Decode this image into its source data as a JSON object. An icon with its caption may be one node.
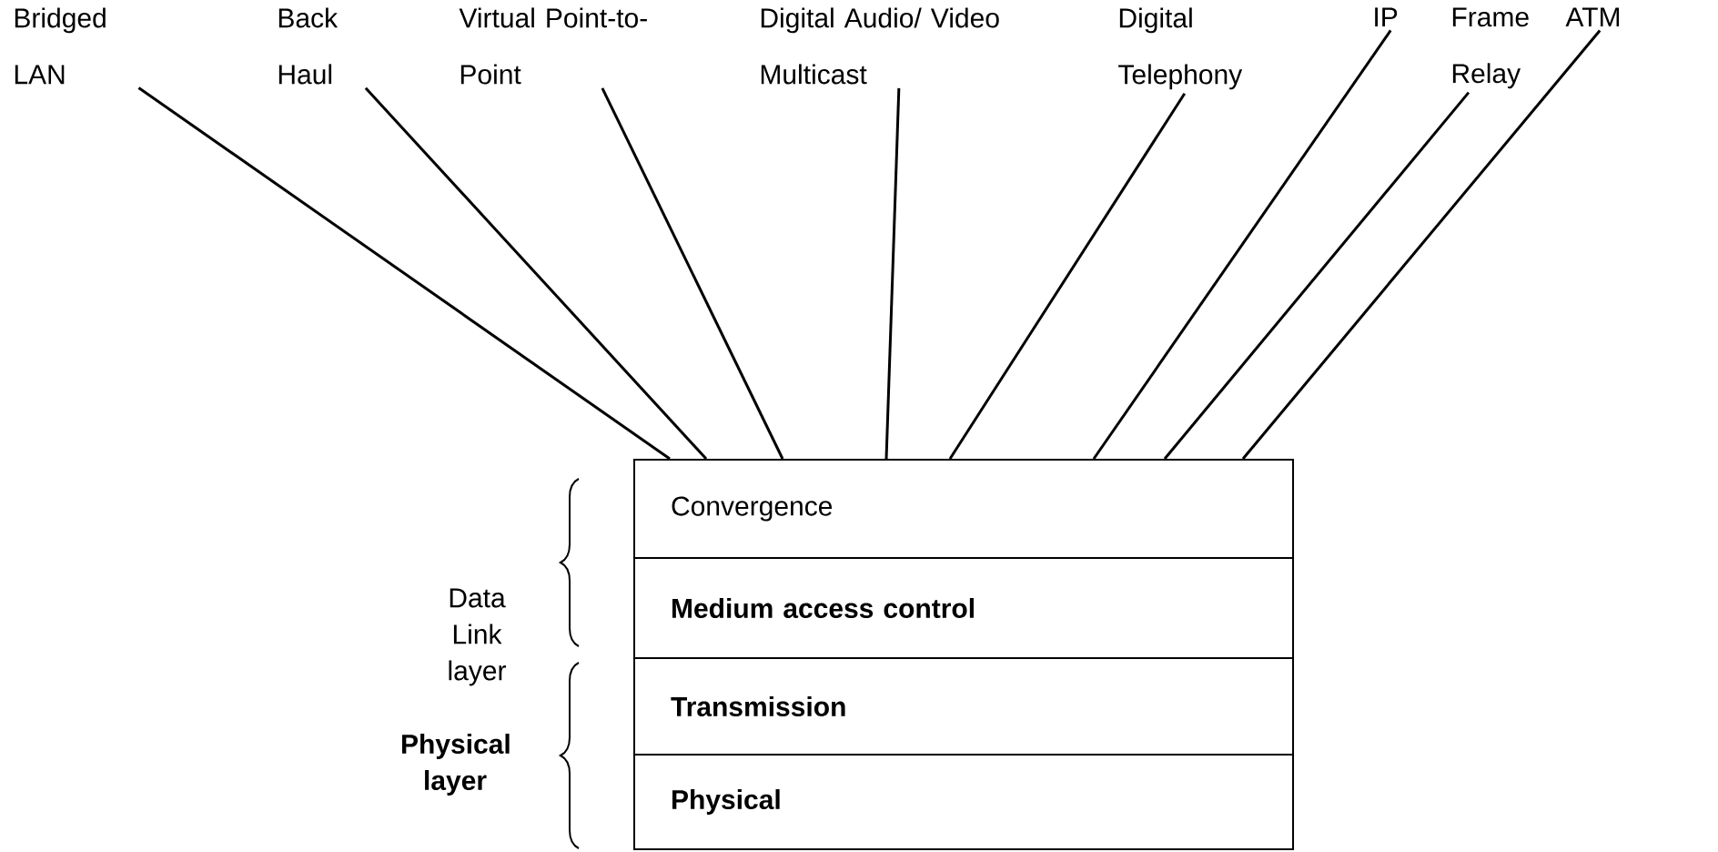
{
  "diagram": {
    "nodes": [
      {
        "text": [
          "Bridged LAN"
        ]
      },
      {
        "text": [
          "Back Haul"
        ]
      },
      {
        "text": [
          "Virtual Point-to-Point"
        ]
      },
      {
        "text": [
          "Digital Audio/ Video Multicast"
        ]
      },
      {
        "text": [
          "Digital Telephony"
        ]
      },
      {
        "text": [
          "IP"
        ]
      },
      {
        "text": [
          "Frame Relay"
        ]
      },
      {
        "text": [
          "ATM"
        ]
      },
      {
        "text": [
          "Convergence"
        ]
      },
      {
        "text": [
          "Medium access control"
        ]
      },
      {
        "text": [
          "Transmission"
        ]
      },
      {
        "text": [
          "Physical"
        ]
      }
    ],
    "edges": [
      {
        "from": 0,
        "to": 8,
        "arrow": "none"
      },
      {
        "from": 1,
        "to": 8,
        "arrow": "none"
      },
      {
        "from": 2,
        "to": 8,
        "arrow": "none"
      },
      {
        "from": 3,
        "to": 8,
        "arrow": "none"
      },
      {
        "from": 4,
        "to": 8,
        "arrow": "none"
      },
      {
        "from": 5,
        "to": 8,
        "arrow": "none"
      },
      {
        "from": 6,
        "to": 8,
        "arrow": "none"
      },
      {
        "from": 7,
        "to": 8,
        "arrow": "none"
      }
    ],
    "labels": [
      "Data Link layer",
      "Physical layer"
    ]
  }
}
